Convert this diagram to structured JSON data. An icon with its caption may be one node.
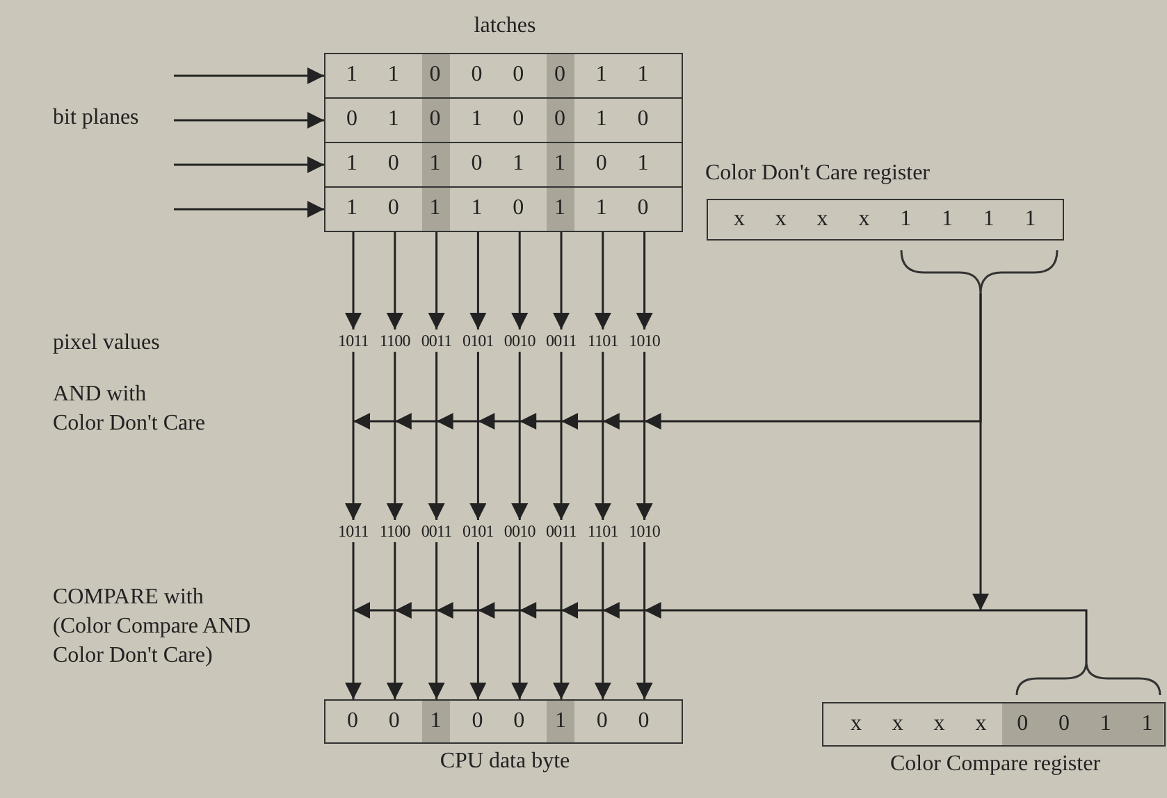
{
  "diagram": {
    "nodes": [
      {
        "text": [
          "latches"
        ]
      },
      {
        "text": [
          "1 1 0 0 0 0 1 1"
        ],
        "in": 0
      },
      {
        "text": [
          "0 1 0 1 0 0 1 0"
        ],
        "in": 0
      },
      {
        "text": [
          "1 0 1 0 1 1 0 1"
        ],
        "in": 0
      },
      {
        "text": [
          "1 0 1 1 0 1 1 0"
        ],
        "in": 0
      },
      {
        "text": [
          "x x x x 1 1 1 1"
        ],
        "beside": [
          "Color Don't Care register"
        ]
      },
      {
        "text": [
          "1011"
        ]
      },
      {
        "text": [
          "1100"
        ]
      },
      {
        "text": [
          "0011"
        ]
      },
      {
        "text": [
          "0101"
        ]
      },
      {
        "text": [
          "0010"
        ]
      },
      {
        "text": [
          "0011"
        ]
      },
      {
        "text": [
          "1101"
        ]
      },
      {
        "text": [
          "1010"
        ]
      },
      {
        "text": [
          "1011"
        ]
      },
      {
        "text": [
          "1100"
        ]
      },
      {
        "text": [
          "0011"
        ]
      },
      {
        "text": [
          "0101"
        ]
      },
      {
        "text": [
          "0010"
        ]
      },
      {
        "text": [
          "0011"
        ]
      },
      {
        "text": [
          "1101"
        ]
      },
      {
        "text": [
          "1010"
        ]
      },
      {
        "text": [
          "0 0 1 0 0 1 0 0"
        ],
        "beside": [
          "CPU data byte"
        ]
      },
      {
        "text": [
          "x x x x 0 0 1 1"
        ],
        "beside": [
          "Color Compare register"
        ]
      }
    ],
    "edges": [
      {
        "from": null,
        "to": 1,
        "arrow": "to"
      },
      {
        "from": null,
        "to": 2,
        "arrow": "to"
      },
      {
        "from": null,
        "to": 3,
        "arrow": "to"
      },
      {
        "from": null,
        "to": 4,
        "arrow": "to"
      },
      {
        "from": 0,
        "to": 6,
        "arrow": "to"
      },
      {
        "from": 0,
        "to": 7,
        "arrow": "to"
      },
      {
        "from": 0,
        "to": 8,
        "arrow": "to"
      },
      {
        "from": 0,
        "to": 9,
        "arrow": "to"
      },
      {
        "from": 0,
        "to": 10,
        "arrow": "to"
      },
      {
        "from": 0,
        "to": 11,
        "arrow": "to"
      },
      {
        "from": 0,
        "to": 12,
        "arrow": "to"
      },
      {
        "from": 0,
        "to": 13,
        "arrow": "to"
      },
      {
        "from": 5,
        "to": null,
        "arrow": "to"
      },
      {
        "from": 5,
        "to": null,
        "arrow": "to"
      },
      {
        "from": 23,
        "to": null,
        "arrow": "to"
      },
      {
        "from": 6,
        "to": 14,
        "arrow": "to"
      },
      {
        "from": 7,
        "to": 15,
        "arrow": "to"
      },
      {
        "from": 8,
        "to": 16,
        "arrow": "to"
      },
      {
        "from": 9,
        "to": 17,
        "arrow": "to"
      },
      {
        "from": 10,
        "to": 18,
        "arrow": "to"
      },
      {
        "from": 11,
        "to": 19,
        "arrow": "to"
      },
      {
        "from": 12,
        "to": 20,
        "arrow": "to"
      },
      {
        "from": 13,
        "to": 21,
        "arrow": "to"
      },
      {
        "from": 14,
        "to": 22,
        "arrow": "to"
      },
      {
        "from": 15,
        "to": 22,
        "arrow": "to"
      },
      {
        "from": 16,
        "to": 22,
        "arrow": "to"
      },
      {
        "from": 17,
        "to": 22,
        "arrow": "to"
      },
      {
        "from": 18,
        "to": 22,
        "arrow": "to"
      },
      {
        "from": 19,
        "to": 22,
        "arrow": "to"
      },
      {
        "from": 20,
        "to": 22,
        "arrow": "to"
      },
      {
        "from": 21,
        "to": 22,
        "arrow": "to"
      }
    ],
    "labels": [
      "bit planes",
      "pixel values",
      "AND with Color Don't Care",
      "COMPARE with (Color Compare AND Color Don't Care)"
    ]
  }
}
